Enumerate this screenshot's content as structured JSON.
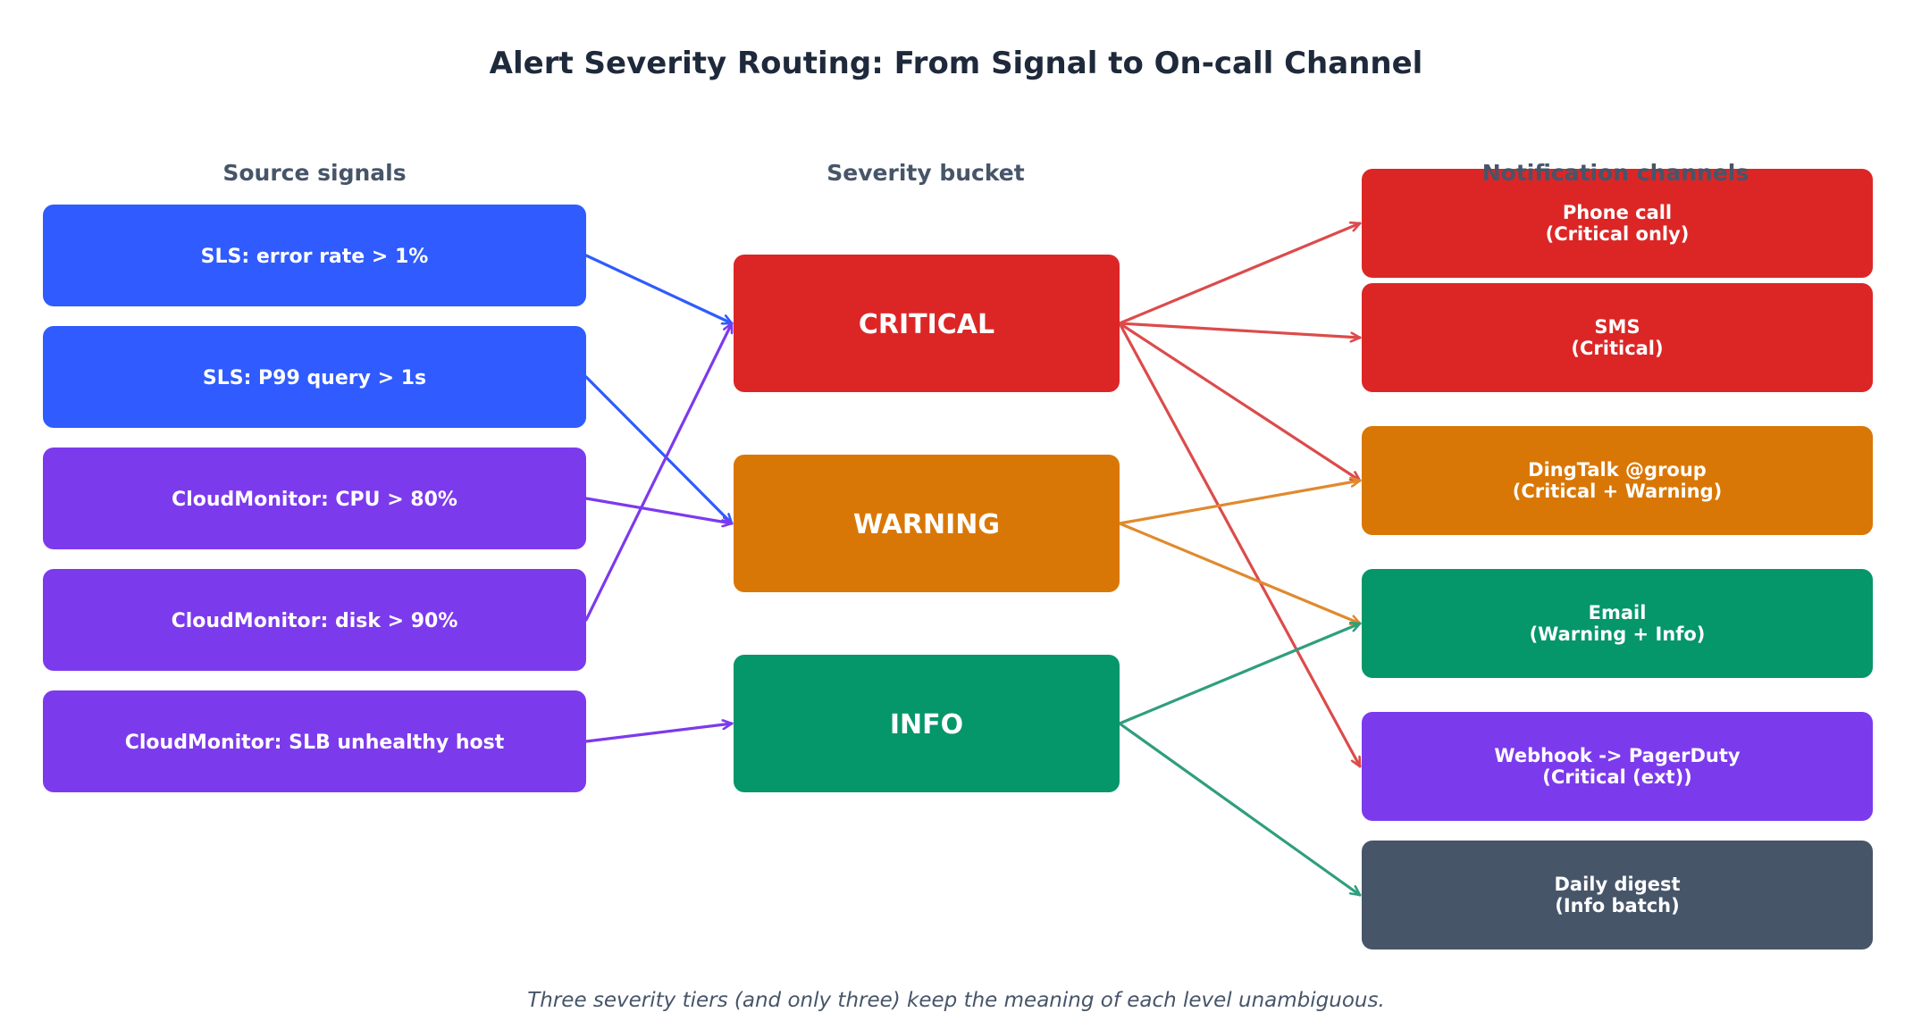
{
  "title": "Alert Severity Routing: From Signal to On-call Channel",
  "headers": {
    "sources": "Source signals",
    "severity": "Severity bucket",
    "channels": "Notification channels"
  },
  "caption": "Three severity tiers (and only three) keep the meaning of each level unambiguous.",
  "colors": {
    "sls": "#2f5bff",
    "cloudmonitor": "#7c3aed",
    "critical": "#dc2626",
    "warning": "#d97706",
    "info": "#059669",
    "webhook": "#7c3aed",
    "digest": "#475569",
    "edge_critical": "#dc4b4b",
    "edge_warning": "#e08a2e",
    "edge_info": "#2f9e7e",
    "edge_sls": "#2f5bff",
    "edge_cloudmonitor": "#7c3aed"
  },
  "sources": [
    {
      "id": "sls-error-rate",
      "label": "SLS: error rate > 1%",
      "kind": "sls"
    },
    {
      "id": "sls-p99-query",
      "label": "SLS: P99 query > 1s",
      "kind": "sls"
    },
    {
      "id": "cm-cpu",
      "label": "CloudMonitor: CPU > 80%",
      "kind": "cloudmonitor"
    },
    {
      "id": "cm-disk",
      "label": "CloudMonitor: disk > 90%",
      "kind": "cloudmonitor"
    },
    {
      "id": "cm-slb",
      "label": "CloudMonitor: SLB unhealthy host",
      "kind": "cloudmonitor"
    }
  ],
  "severities": [
    {
      "id": "critical",
      "label": "CRITICAL"
    },
    {
      "id": "warning",
      "label": "WARNING"
    },
    {
      "id": "info",
      "label": "INFO"
    }
  ],
  "channels": [
    {
      "id": "phone-call",
      "lines": [
        "Phone call",
        "(Critical only)"
      ],
      "kind": "critical"
    },
    {
      "id": "sms",
      "lines": [
        "SMS",
        "(Critical)"
      ],
      "kind": "critical"
    },
    {
      "id": "dingtalk",
      "lines": [
        "DingTalk @group",
        "(Critical + Warning)"
      ],
      "kind": "warning"
    },
    {
      "id": "email",
      "lines": [
        "Email",
        "(Warning + Info)"
      ],
      "kind": "info"
    },
    {
      "id": "webhook",
      "lines": [
        "Webhook -> PagerDuty",
        "(Critical (ext))"
      ],
      "kind": "webhook"
    },
    {
      "id": "daily-digest",
      "lines": [
        "Daily digest",
        "(Info batch)"
      ],
      "kind": "digest"
    }
  ],
  "source_edges": [
    {
      "from": "sls-error-rate",
      "to": "critical"
    },
    {
      "from": "sls-p99-query",
      "to": "warning"
    },
    {
      "from": "cm-cpu",
      "to": "warning"
    },
    {
      "from": "cm-disk",
      "to": "critical"
    },
    {
      "from": "cm-slb",
      "to": "info"
    }
  ],
  "channel_edges": [
    {
      "from": "critical",
      "to": "phone-call"
    },
    {
      "from": "critical",
      "to": "sms"
    },
    {
      "from": "critical",
      "to": "dingtalk"
    },
    {
      "from": "critical",
      "to": "webhook"
    },
    {
      "from": "warning",
      "to": "dingtalk"
    },
    {
      "from": "warning",
      "to": "email"
    },
    {
      "from": "info",
      "to": "email"
    },
    {
      "from": "info",
      "to": "daily-digest"
    }
  ]
}
